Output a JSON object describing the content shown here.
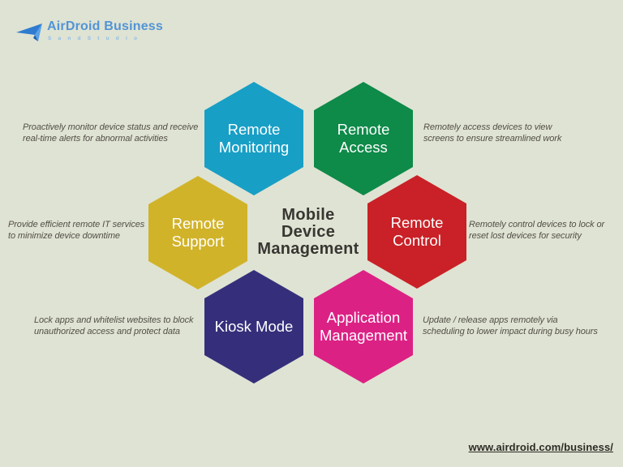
{
  "background_color": "#dfe3d3",
  "logo": {
    "brand": "AirDroid Business",
    "sub_brand": "S a n d   S t u d i o",
    "brand_color": "#5294d6",
    "sub_brand_color": "#8cbce8",
    "plane_icon_color_dark": "#2f7bd0",
    "plane_icon_color_light": "#5aa2e8"
  },
  "center_title": {
    "text": "Mobile\nDevice\nManagement",
    "color": "#383632"
  },
  "hexagons": [
    {
      "label": "Remote\nMonitoring",
      "color": "#189fc6"
    },
    {
      "label": "Remote\nAccess",
      "color": "#0e8a49"
    },
    {
      "label": "Remote\nSupport",
      "color": "#d1b32a"
    },
    {
      "label": "Remote\nControl",
      "color": "#c92127"
    },
    {
      "label": "Kiosk Mode",
      "color": "#352f7b"
    },
    {
      "label": "Application\nManagement",
      "color": "#dc2185"
    }
  ],
  "descriptions": [
    {
      "text": "Proactively monitor device status and receive\nreal-time alerts for abnormal activities"
    },
    {
      "text": "Remotely access devices to view\nscreens to ensure streamlined work"
    },
    {
      "text": "Provide efficient remote IT services\nto minimize device downtime"
    },
    {
      "text": "Remotely control devices to lock or\nreset lost devices for security"
    },
    {
      "text": "Lock apps and whitelist websites to block\nunauthorized access and protect data"
    },
    {
      "text": "Update / release apps remotely  via\nscheduling to lower impact during busy hours"
    }
  ],
  "description_text_color": "#524f47",
  "footer": {
    "url": "www.airdroid.com/business/",
    "url_color": "#2e2b26"
  }
}
